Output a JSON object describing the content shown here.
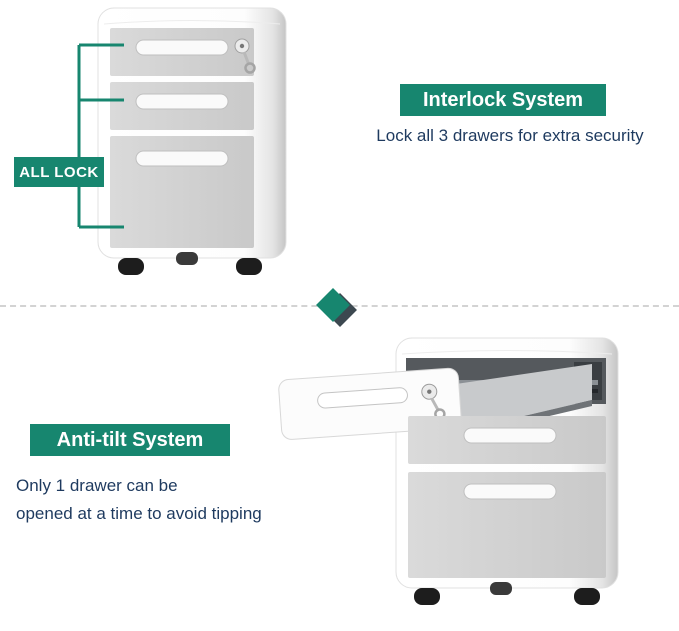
{
  "colors": {
    "accent": "#17866F",
    "text": "#1E3A5F",
    "diamond_dark": "#3C4850"
  },
  "interlock": {
    "all_lock_label": "ALL LOCK",
    "title": "Interlock System",
    "description": "Lock all 3 drawers for extra security"
  },
  "anti_tilt": {
    "title": "Anti-tilt System",
    "description_line1": "Only 1 drawer can be",
    "description_line2": "opened at a time to avoid tipping"
  }
}
